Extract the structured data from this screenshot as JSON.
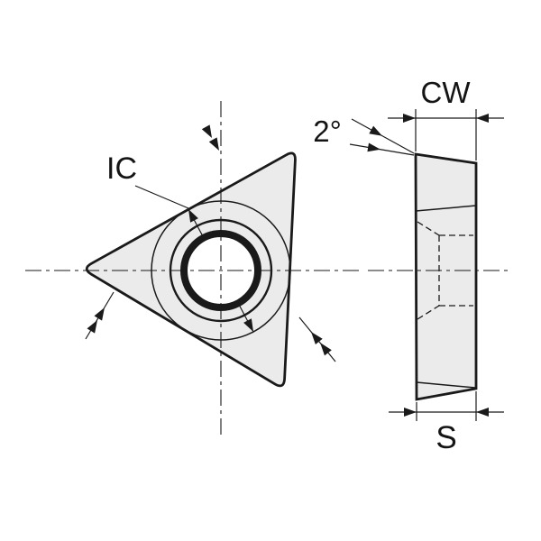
{
  "diagram": {
    "labels": {
      "ic": "IC",
      "cw": "CW",
      "angle": "2°",
      "s": "S"
    },
    "colors": {
      "line": "#1a1a1a",
      "fill": "#ebebeb",
      "background": "#ffffff"
    }
  }
}
